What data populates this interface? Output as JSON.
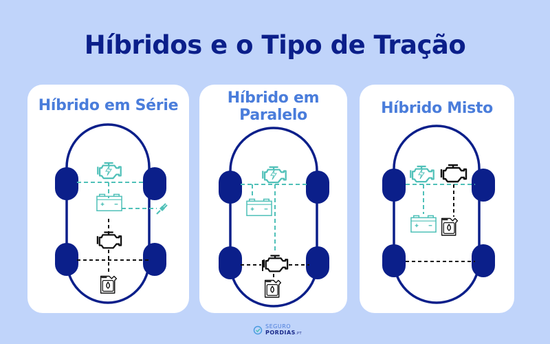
{
  "title": "Híbridos e o Tipo de Tração",
  "colors": {
    "background": "#c0d4fa",
    "title": "#0b1f8a",
    "card_title": "#4a7ddb",
    "car_outline": "#0b1f8a",
    "electric": "#4fc0b8",
    "combustion": "#111111"
  },
  "cards": [
    {
      "title_lines": [
        "Híbrido em Série"
      ],
      "components": [
        "electric-motor-icon",
        "battery-icon",
        "plug-icon",
        "combustion-engine-icon",
        "fuel-can-icon"
      ]
    },
    {
      "title_lines": [
        "Híbrido em",
        "Paralelo"
      ],
      "components": [
        "electric-motor-icon",
        "battery-icon",
        "combustion-engine-icon",
        "fuel-can-icon"
      ]
    },
    {
      "title_lines": [
        "Híbrido Misto"
      ],
      "components": [
        "electric-motor-icon",
        "combustion-engine-icon",
        "battery-icon",
        "fuel-can-icon"
      ]
    }
  ],
  "footer": {
    "brand_line1": "SEGURO",
    "brand_line2": "PORDIAS",
    "brand_suffix": ".PT"
  }
}
